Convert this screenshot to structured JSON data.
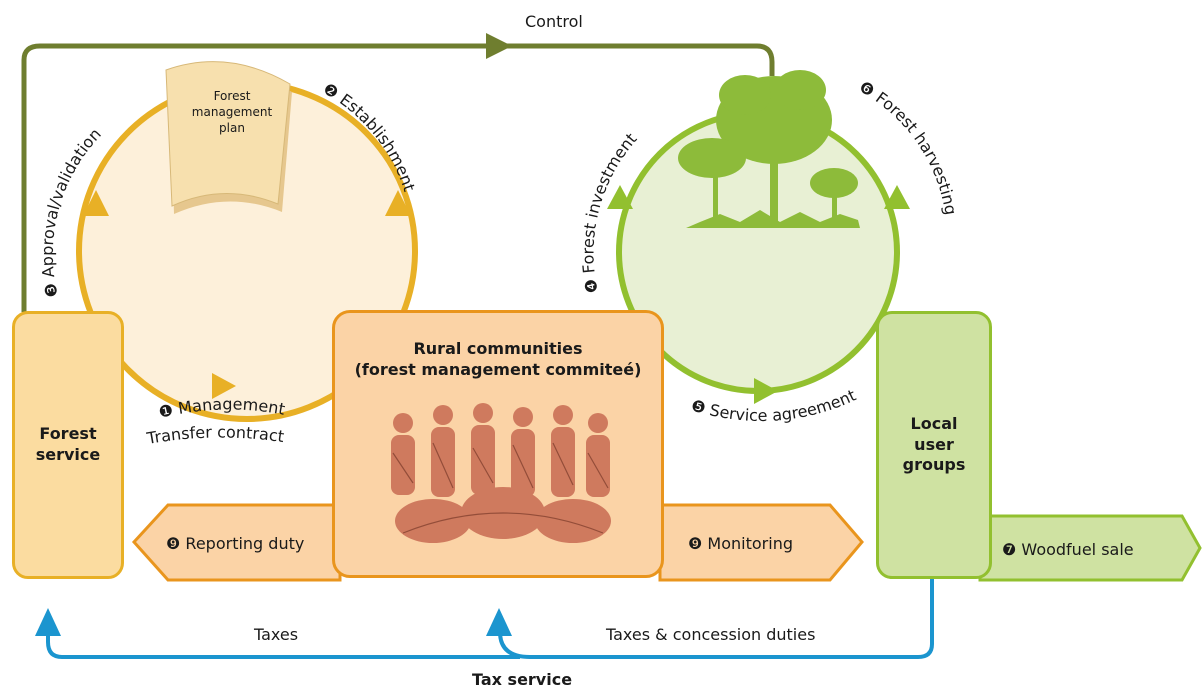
{
  "top_flow": {
    "control": "Control"
  },
  "actors": {
    "forest_service": "Forest service",
    "rural_communities_line1": "Rural communities",
    "rural_communities_line2": "(forest management commiteé)",
    "local_user_groups": "Local user groups"
  },
  "document": {
    "line1": "Forest",
    "line2": "management",
    "line3": "plan"
  },
  "steps": {
    "approval": "❸ Approval/validation",
    "establishment": "❷ Establishment",
    "forest_investment": "❹ Forest investment",
    "forest_harvesting": "❻ Forest harvesting",
    "management_line1": "❶ Management",
    "management_line2": "Transfer contract",
    "service_agreement": "❺ Service agreement"
  },
  "arrows": {
    "reporting_duty": "❾ Reporting duty",
    "monitoring": "❾ Monitoring",
    "woodfuel_sale": "❼ Woodfuel sale"
  },
  "tax_flow": {
    "taxes": "Taxes",
    "taxes_concession": "Taxes & concession duties",
    "tax_service": "Tax service"
  },
  "colors": {
    "control_line": "#6f7e2f",
    "yellow_cycle": "#e8b026",
    "green_cycle": "#92c02f",
    "orange": "#e9951d",
    "tax_line": "#1b95cf"
  }
}
